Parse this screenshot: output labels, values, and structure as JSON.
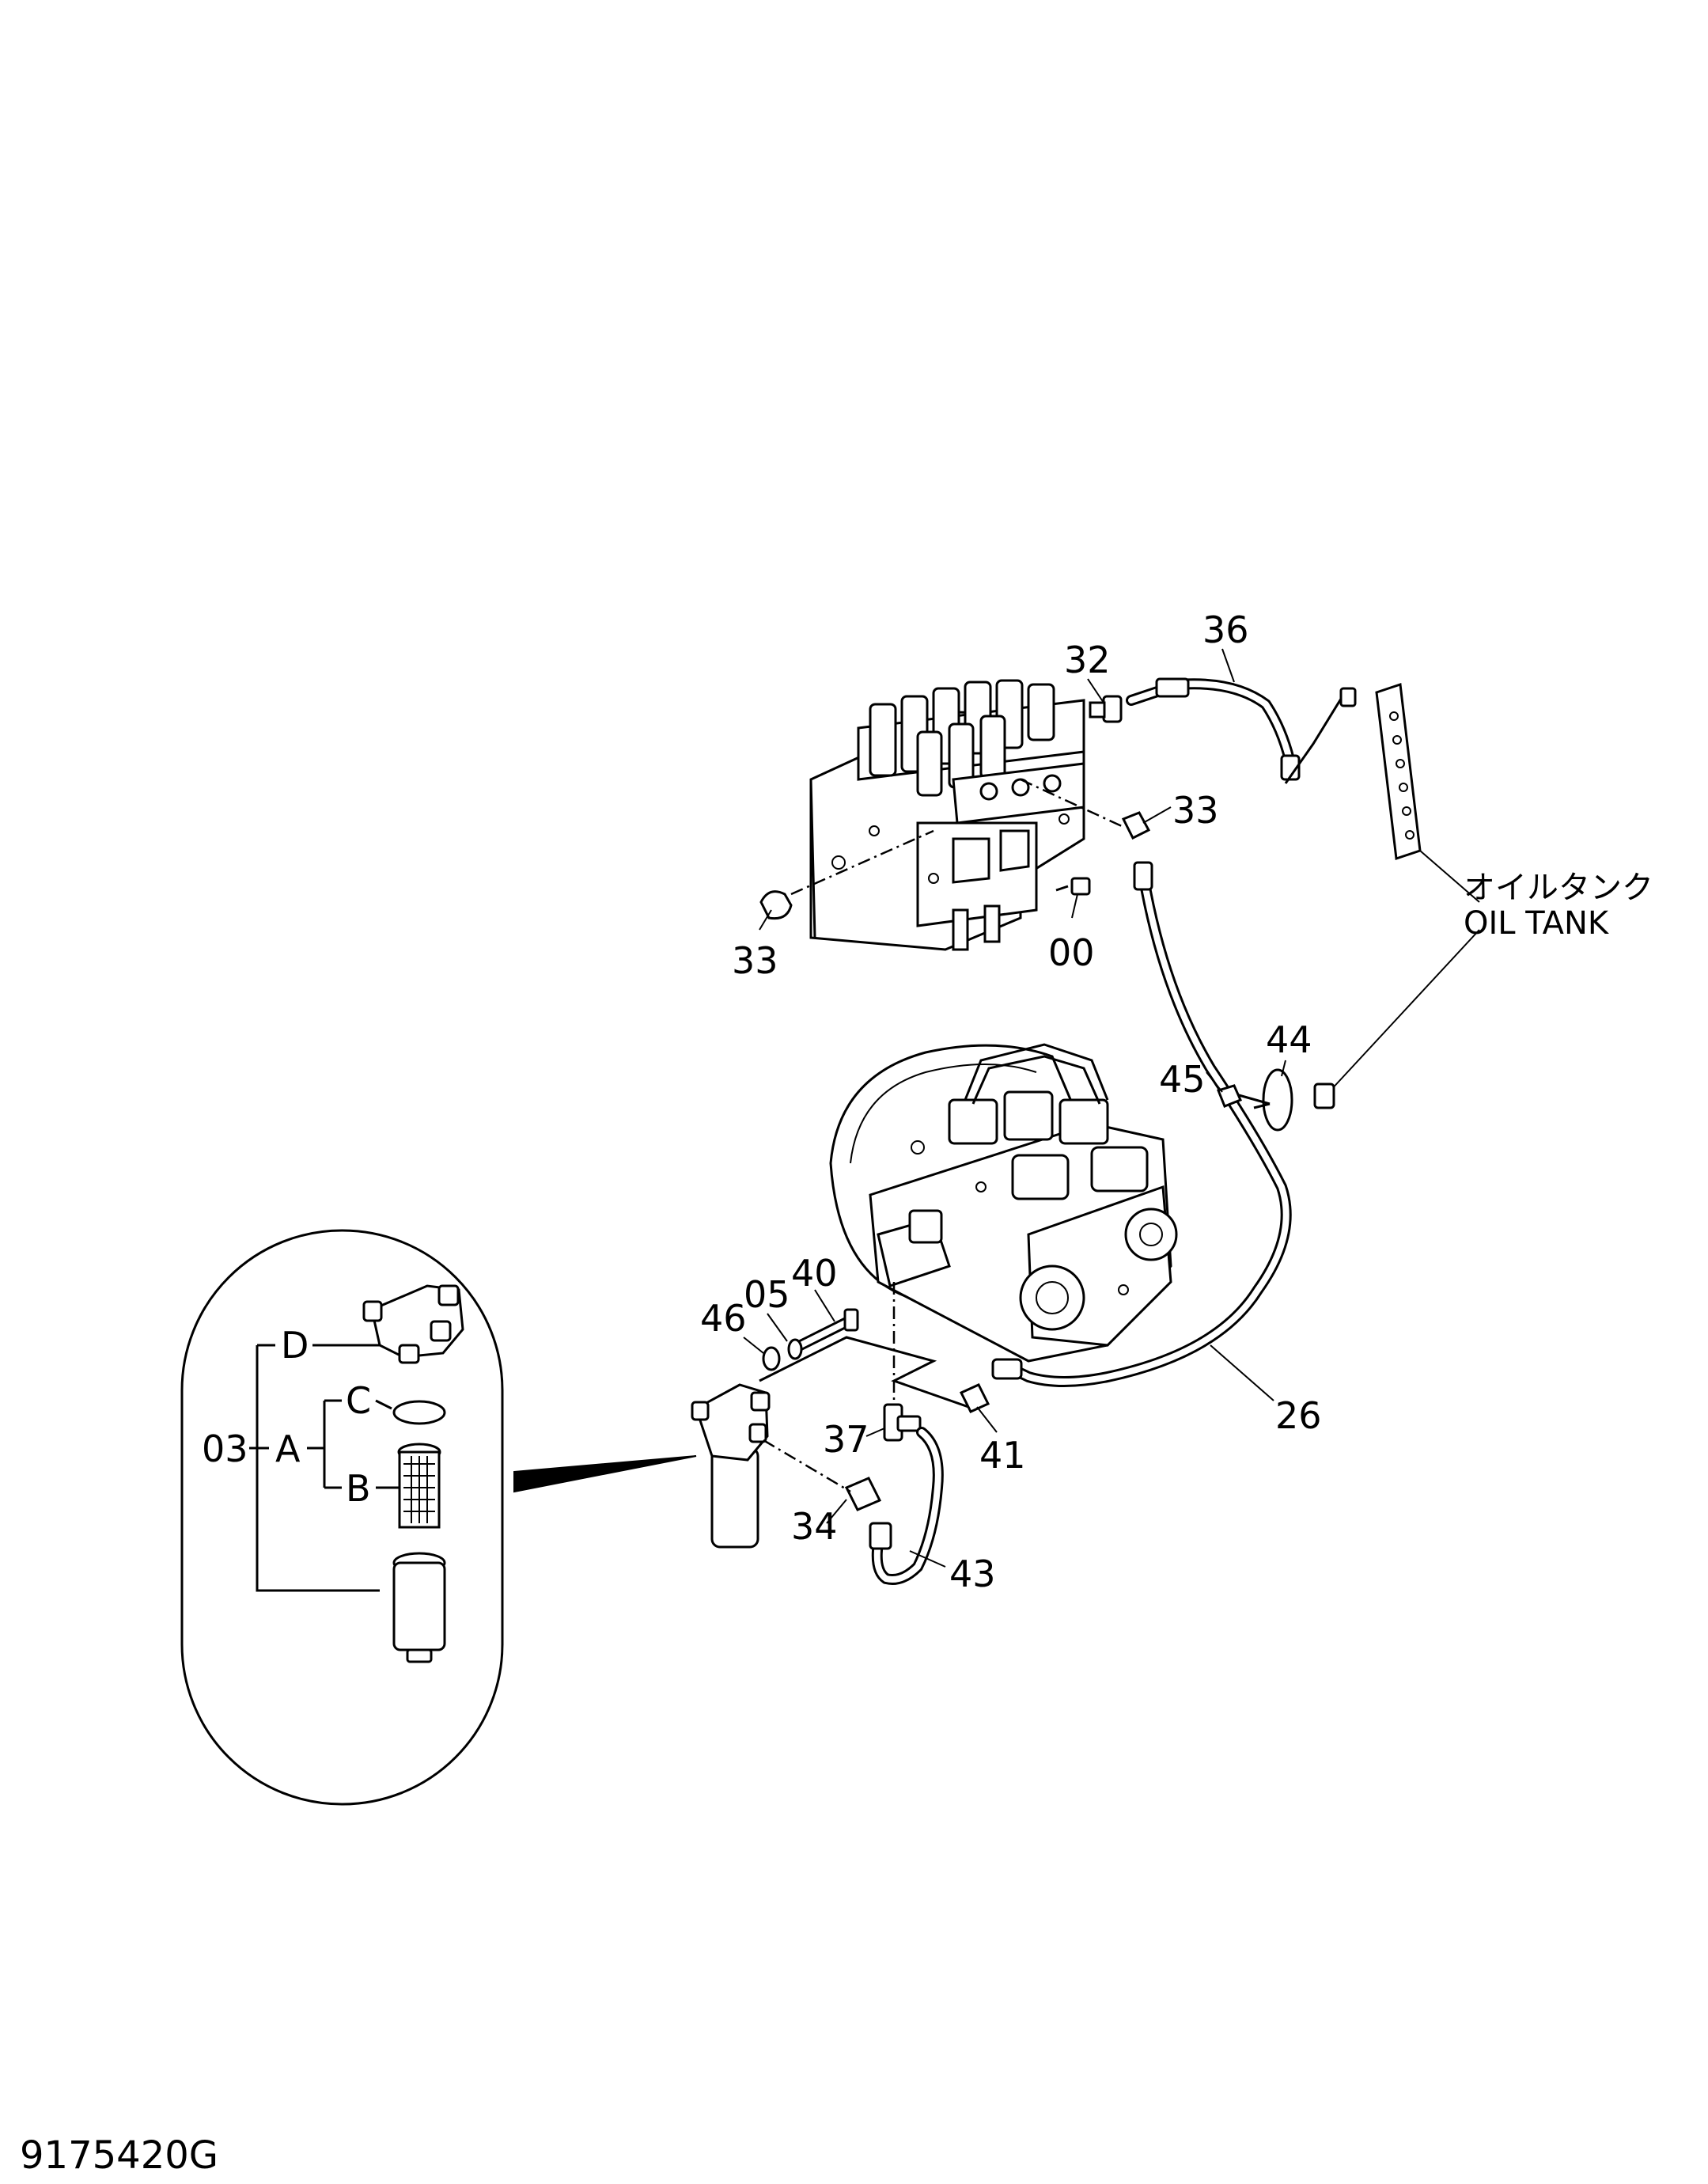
{
  "drawing_code": "9175420G",
  "oil_tank": {
    "jp": "オイルタンク",
    "en": "OIL TANK"
  },
  "callouts": {
    "c32": "32",
    "c36": "36",
    "c33a": "33",
    "c33b": "33",
    "c00": "00",
    "c44": "44",
    "c45": "45",
    "c40": "40",
    "c05": "05",
    "c46": "46",
    "c37": "37",
    "c41": "41",
    "c26": "26",
    "c34": "34",
    "c43": "43"
  },
  "detail_tree": {
    "root": "03",
    "a": "A",
    "b": "B",
    "c": "C",
    "d": "D"
  }
}
